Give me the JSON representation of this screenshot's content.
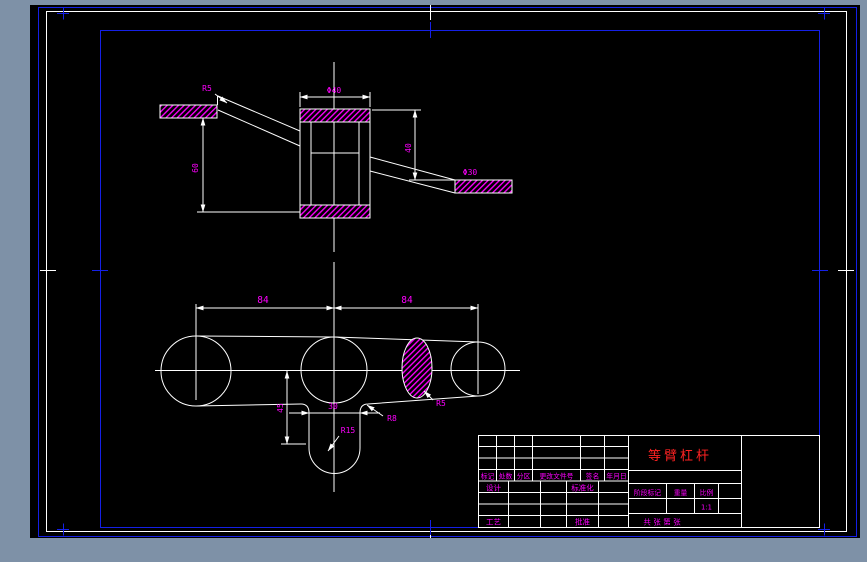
{
  "app": {
    "background": "#7e91a7",
    "canvas": "#000000"
  },
  "colors": {
    "drawing_lines": "#ffffff",
    "inner_frame": "#1520e6",
    "hatch": "#ff00ff",
    "dimension_text": "#ff00ff",
    "part_name_text": "#ff2222"
  },
  "front_view": {
    "dim_hub": "Φ40",
    "dim_left_height": "60",
    "dim_right_height": "40",
    "label_fillet": "R5",
    "label_boss": "Φ30"
  },
  "plan_view": {
    "dim_left_arm": "84",
    "dim_right_arm": "84",
    "dim_drop": "45",
    "dim_slot_width": "30",
    "label_r15": "R15",
    "label_r8": "R8",
    "label_r5": "R5"
  },
  "title_block": {
    "part_name": "等臂杠杆",
    "rev_headers": [
      "标记",
      "处数",
      "分区",
      "更改文件号",
      "签名",
      "年月日"
    ],
    "role_design": "设计",
    "role_standard": "标准化",
    "role_process": "工艺",
    "role_approve": "批准",
    "stage_label": "阶段标记",
    "weight_label": "重量",
    "scale_label": "比例",
    "scale_value": "1:1",
    "sheet_note": "共 张 第 张"
  }
}
